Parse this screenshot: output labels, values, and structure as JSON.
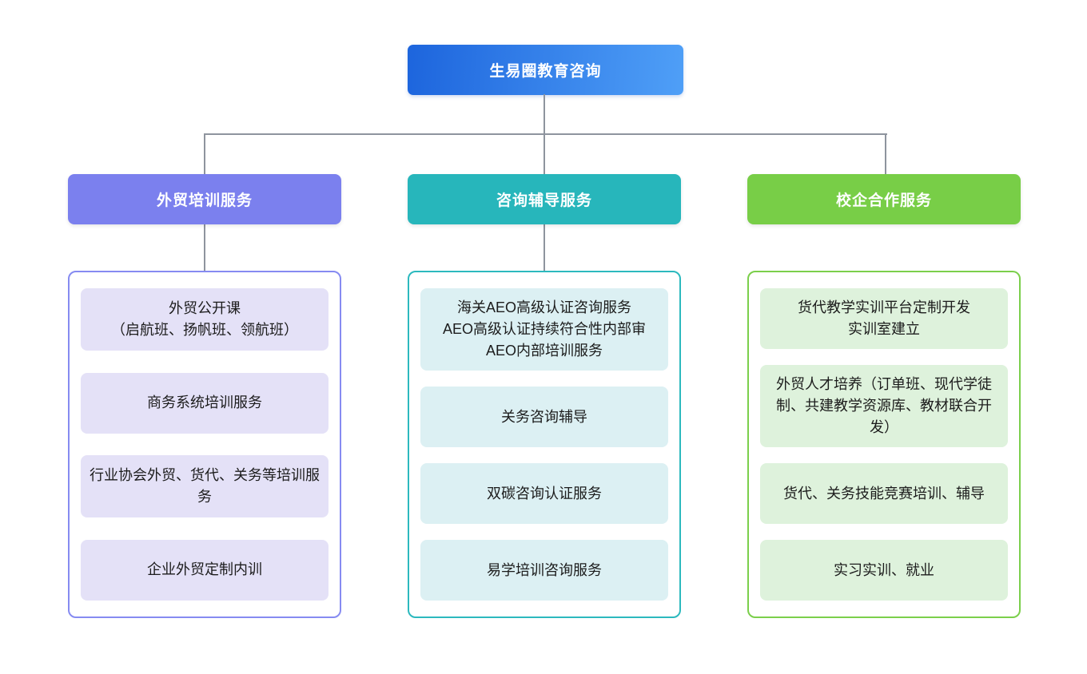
{
  "root": {
    "title": "生易圈教育咨询",
    "gradient": [
      "#1d65dd",
      "#4f9ff7"
    ]
  },
  "colors": {
    "background": "#ffffff",
    "connector": "#8e949e",
    "header_text": "#ffffff",
    "item_text": "#1c1c1c"
  },
  "branches": [
    {
      "title": "外贸培训服务",
      "colors": {
        "header": "#7b80ee",
        "border": "#868bf1",
        "item_bg": "#e4e1f7"
      },
      "items": [
        {
          "text": "外贸公开课\n（启航班、扬帆班、领航班）"
        },
        {
          "text": "商务系统培训服务"
        },
        {
          "text": "行业协会外贸、货代、关务等培训服务"
        },
        {
          "text": "企业外贸定制内训"
        }
      ]
    },
    {
      "title": "咨询辅导服务",
      "colors": {
        "header": "#27b6bb",
        "border": "#2cb9be",
        "item_bg": "#dcf0f3"
      },
      "items": [
        {
          "text": "海关AEO高级认证咨询服务\nAEO高级认证持续符合性内部审\nAEO内部培训服务"
        },
        {
          "text": "关务咨询辅导"
        },
        {
          "text": "双碳咨询认证服务"
        },
        {
          "text": "易学培训咨询服务"
        }
      ]
    },
    {
      "title": "校企合作服务",
      "colors": {
        "header": "#78ce47",
        "border": "#7bcf4b",
        "item_bg": "#def2dc"
      },
      "items": [
        {
          "text": "货代教学实训平台定制开发\n实训室建立"
        },
        {
          "text": "外贸人才培养（订单班、现代学徒制、共建教学资源库、教材联合开发）"
        },
        {
          "text": "货代、关务技能竞赛培训、辅导"
        },
        {
          "text": "实习实训、就业"
        }
      ]
    }
  ]
}
